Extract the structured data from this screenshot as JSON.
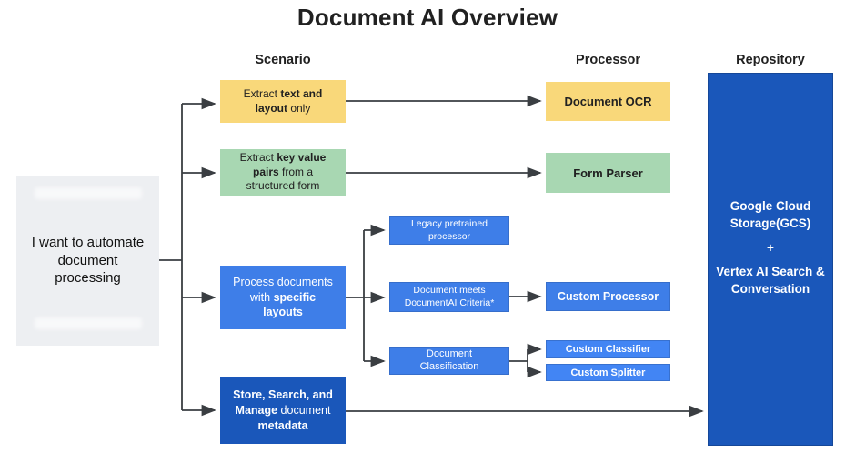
{
  "title": "Document AI Overview",
  "headers": {
    "scenario": "Scenario",
    "processor": "Processor",
    "repository": "Repository"
  },
  "intent": {
    "text": "I want to automate document processing"
  },
  "scenarios": {
    "extract_text": {
      "segments": [
        {
          "t": "Extract ",
          "b": false
        },
        {
          "t": "text and layout",
          "b": true
        },
        {
          "t": " only",
          "b": false
        }
      ]
    },
    "extract_kv": {
      "segments": [
        {
          "t": "Extract ",
          "b": false
        },
        {
          "t": "key value pairs",
          "b": true
        },
        {
          "t": " from a structured form",
          "b": false
        }
      ]
    },
    "specific_layouts": {
      "segments": [
        {
          "t": "Process documents with ",
          "b": false
        },
        {
          "t": "specific layouts",
          "b": true
        }
      ]
    },
    "store_search": {
      "segments": [
        {
          "t": "Store, Search, and Manage",
          "b": true
        },
        {
          "t": " document ",
          "b": false
        },
        {
          "t": "metadata",
          "b": true
        }
      ]
    }
  },
  "sub_processors": {
    "legacy": "Legacy pretrained processor",
    "criteria": "Document meets DocumentAI Criteria*",
    "classification": "Document Classification"
  },
  "processors": {
    "ocr": "Document OCR",
    "form_parser": "Form Parser",
    "custom_processor": "Custom Processor",
    "custom_classifier": "Custom Classifier",
    "custom_splitter": "Custom Splitter"
  },
  "repository": {
    "storage": "Google Cloud Storage(GCS)",
    "plus": "+",
    "search": "Vertex AI Search & Conversation"
  },
  "colors": {
    "yellow": "#F9D87A",
    "green": "#A8D7B2",
    "blue": "#3E7EE8",
    "blue_light": "#4285F4",
    "dark_blue": "#1A57BA",
    "gray_box": "#EDEFF2",
    "text_dark": "#212121",
    "arrow": "#3A3E42"
  }
}
